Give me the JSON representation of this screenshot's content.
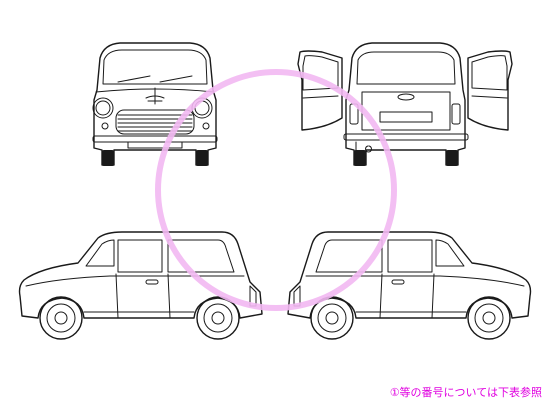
{
  "caption": {
    "text": "①等の番号については下表参照",
    "color": "#e000e0"
  },
  "marker": {
    "color": "#f2b8f2"
  },
  "views": [
    {
      "name": "front"
    },
    {
      "name": "rear"
    },
    {
      "name": "left-side"
    },
    {
      "name": "right-side"
    }
  ]
}
